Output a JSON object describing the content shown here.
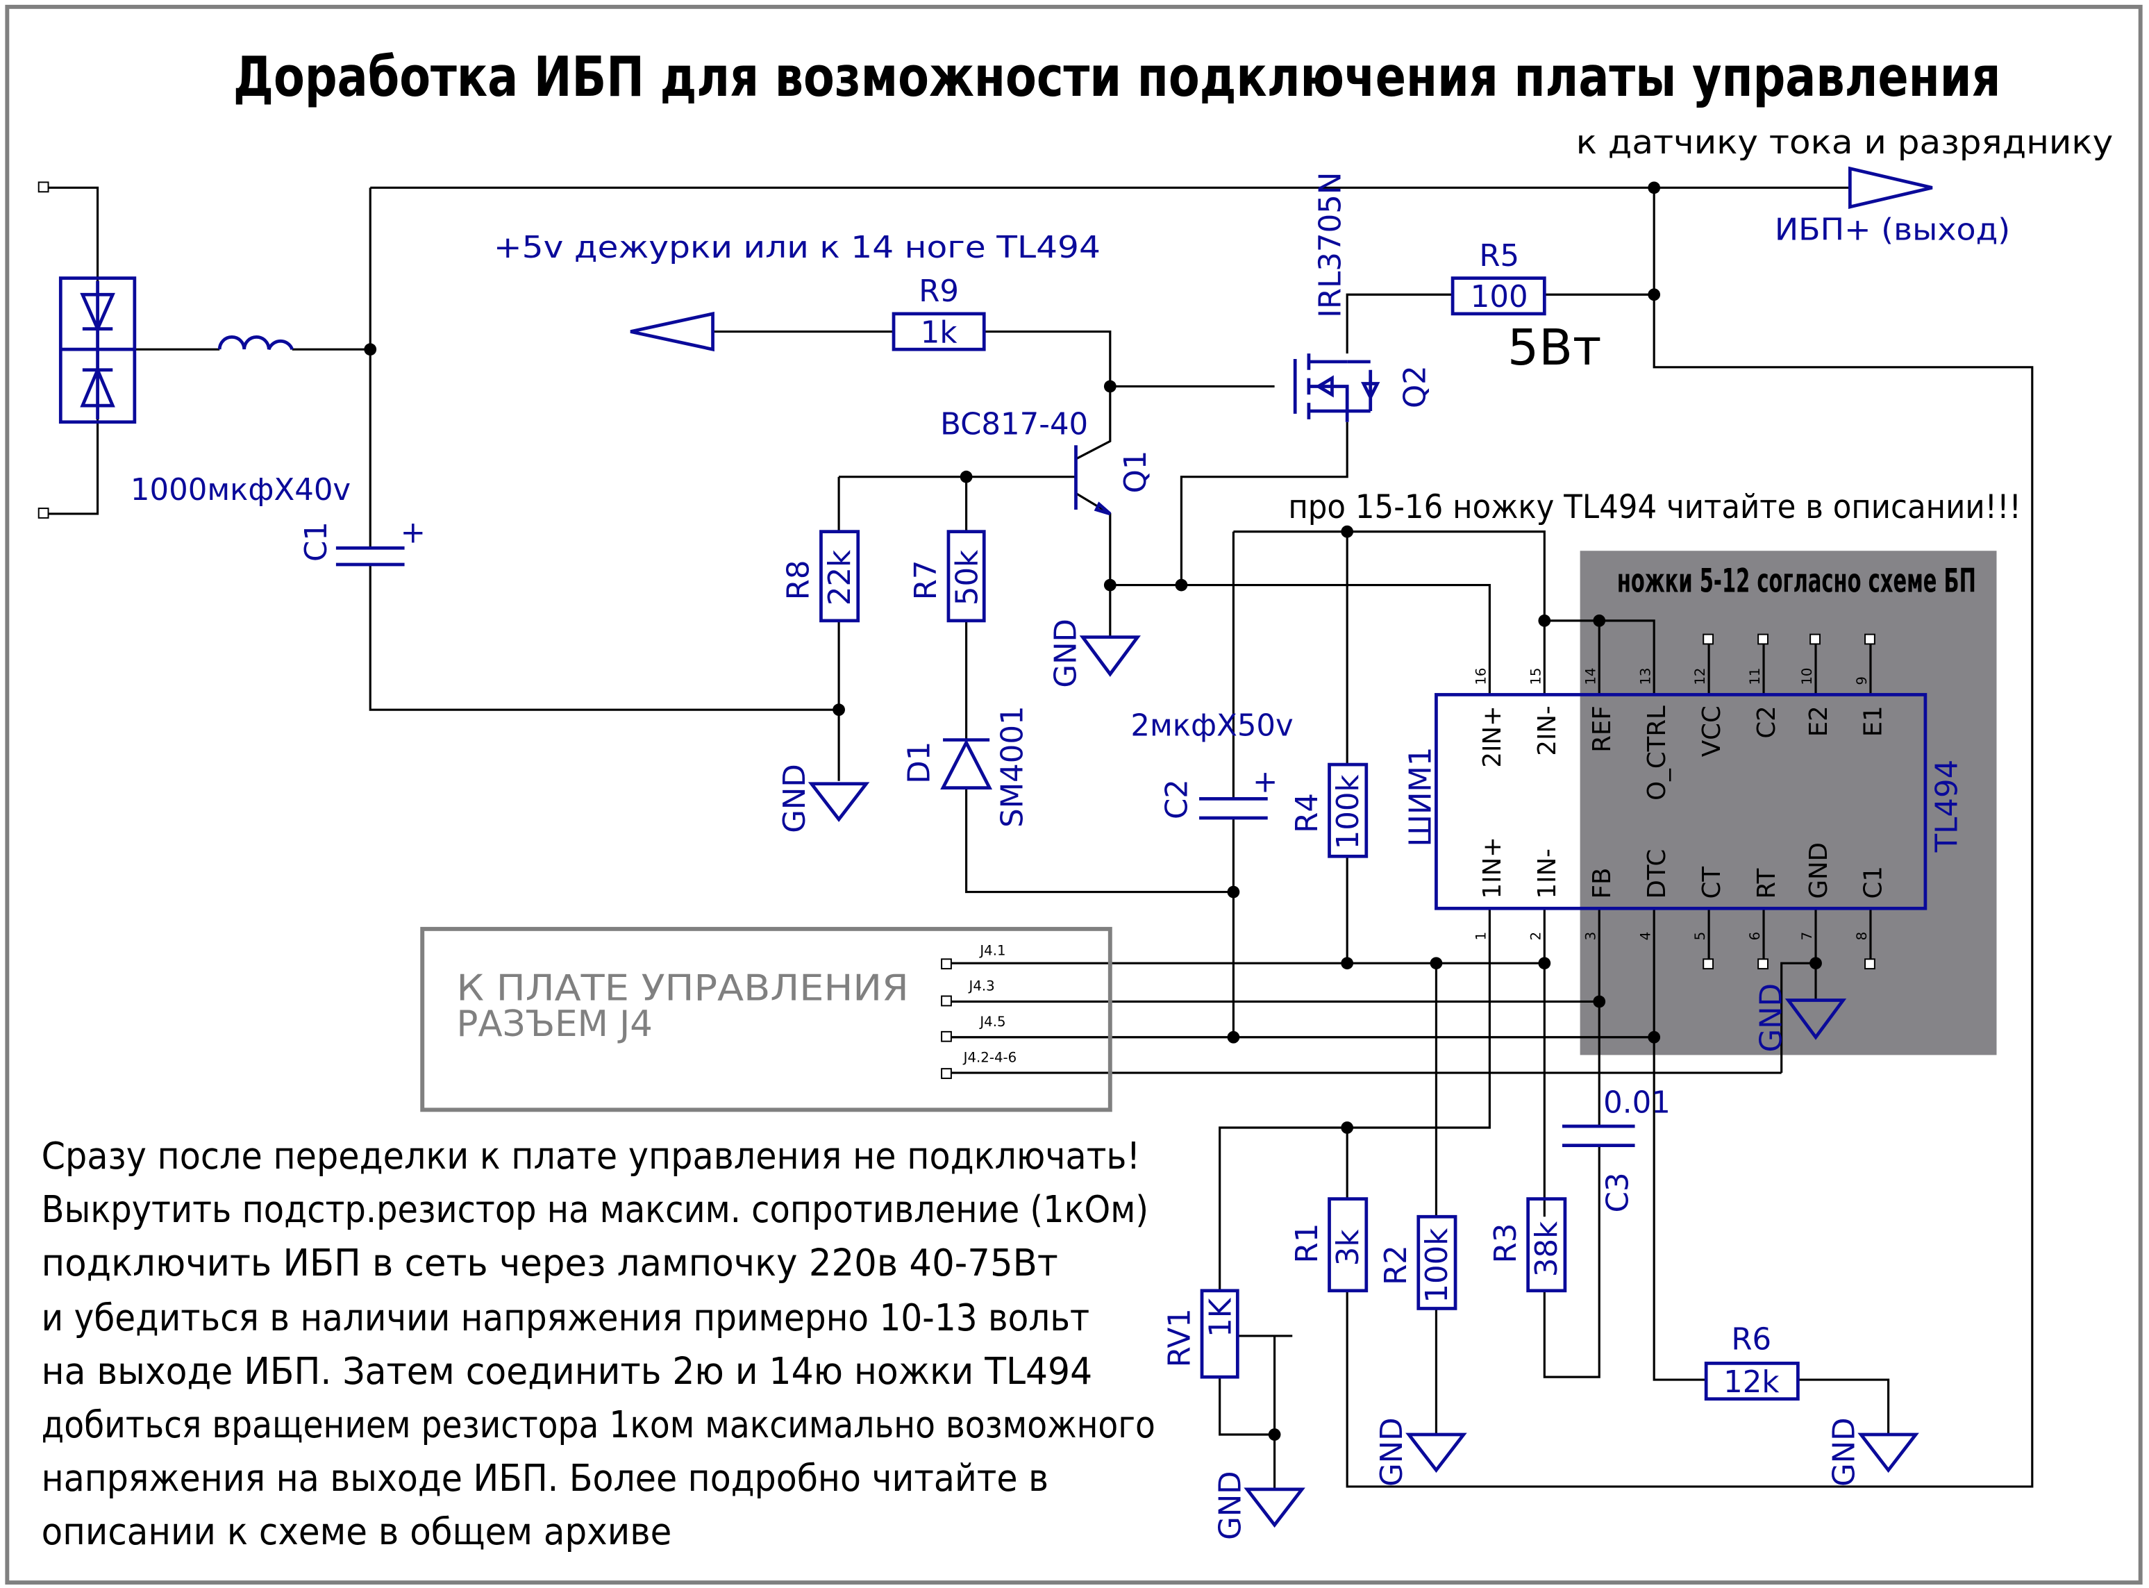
{
  "title": "Доработка ИБП для возможности подключения платы управления",
  "notes": {
    "current_sensor": "к датчику тока и разряднику",
    "output": "ИБП+ (выход)",
    "standby": "+5v дежурки или к 14 ноге TL494",
    "pins_15_16": "про 15-16 ножку TL494 читайте в описании!!!",
    "pins_5_12": "ножки 5-12 согласно схеме БП",
    "power": "5Вт"
  },
  "components": {
    "C1": {
      "ref": "C1",
      "value": "1000мкфX40v"
    },
    "C2": {
      "ref": "C2",
      "value": "2мкфX50v"
    },
    "C3": {
      "ref": "C3",
      "value": "0.01"
    },
    "R1": {
      "ref": "R1",
      "value": "3k"
    },
    "R2": {
      "ref": "R2",
      "value": "100k"
    },
    "R3": {
      "ref": "R3",
      "value": "38k"
    },
    "R4": {
      "ref": "R4",
      "value": "100k"
    },
    "R5": {
      "ref": "R5",
      "value": "100"
    },
    "R6": {
      "ref": "R6",
      "value": "12k"
    },
    "R7": {
      "ref": "R7",
      "value": "50k"
    },
    "R8": {
      "ref": "R8",
      "value": "22k"
    },
    "R9": {
      "ref": "R9",
      "value": "1k"
    },
    "RV1": {
      "ref": "RV1",
      "value": "1K"
    },
    "Q1": {
      "ref": "Q1",
      "value": "BC817-40"
    },
    "Q2": {
      "ref": "Q2",
      "value": "IRL3705N"
    },
    "D1": {
      "ref": "D1",
      "value": "SM4001"
    },
    "U1": {
      "ref": "ШИМ1",
      "value": "TL494"
    }
  },
  "gnd": "GND",
  "plus": "+",
  "tl494_pins_top": [
    {
      "num": "16",
      "name": "2IN+"
    },
    {
      "num": "15",
      "name": "2IN-"
    },
    {
      "num": "14",
      "name": "REF"
    },
    {
      "num": "13",
      "name": "O_CTRL"
    },
    {
      "num": "12",
      "name": "VCC"
    },
    {
      "num": "11",
      "name": "C2"
    },
    {
      "num": "10",
      "name": "E2"
    },
    {
      "num": "9",
      "name": "E1"
    }
  ],
  "tl494_pins_bottom": [
    {
      "num": "1",
      "name": "1IN+"
    },
    {
      "num": "2",
      "name": "1IN-"
    },
    {
      "num": "3",
      "name": "FB"
    },
    {
      "num": "4",
      "name": "DTC"
    },
    {
      "num": "5",
      "name": "CT"
    },
    {
      "num": "6",
      "name": "RT"
    },
    {
      "num": "7",
      "name": "GND"
    },
    {
      "num": "8",
      "name": "C1"
    }
  ],
  "connector": {
    "title_line1": "К ПЛАТЕ УПРАВЛЕНИЯ",
    "title_line2": "РАЗЪЕМ J4",
    "pins": [
      "J4.1",
      "J4.3",
      "J4.5",
      "J4.2-4-6"
    ]
  },
  "instructions": [
    "Сразу после переделки к плате управления не подключать!",
    "Выкрутить подстр.резистор на максим. сопротивление (1кОм)",
    "подключить ИБП в сеть через лампочку 220в 40-75Вт",
    "и убедиться в наличии напряжения примерно 10-13 вольт",
    "на выходе ИБП. Затем соединить 2ю и 14ю ножки TL494",
    "добиться вращением резистора 1ком максимально возможного",
    "напряжения на выходе ИБП. Более подробно читайте в",
    "описании к схеме в общем архиве"
  ],
  "colors": {
    "wire": "#000000",
    "component": "#0a0a9a",
    "shade": "#858488",
    "frame": "#808080"
  }
}
